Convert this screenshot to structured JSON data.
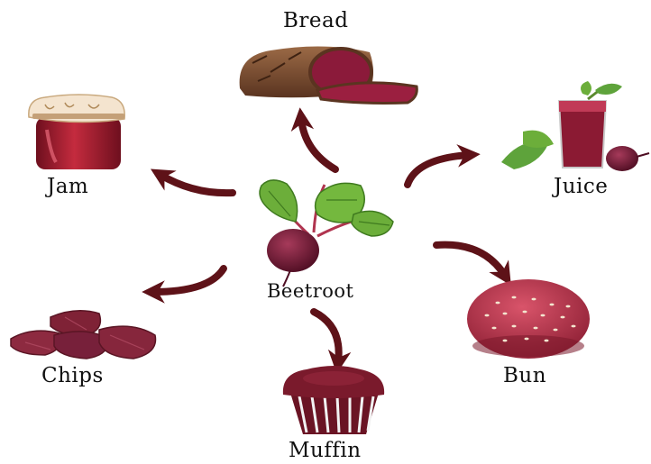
{
  "center": {
    "label": "Beetroot"
  },
  "products": [
    {
      "id": "bread",
      "label": "Bread"
    },
    {
      "id": "juice",
      "label": "Juice"
    },
    {
      "id": "bun",
      "label": "Bun"
    },
    {
      "id": "muffin",
      "label": "Muffin"
    },
    {
      "id": "chips",
      "label": "Chips"
    },
    {
      "id": "jam",
      "label": "Jam"
    }
  ],
  "colors": {
    "arrow": "#5e1218",
    "beet": "#7a1f3a",
    "leaf": "#6cae3a",
    "stem": "#b0344f",
    "bread_crust": "#7a4a2e",
    "jam": "#9e1c2c",
    "juice": "#8b1a33",
    "bun": "#b8324a",
    "muffin": "#6a1424",
    "chips": "#7f2236"
  },
  "icons": {
    "center": "beetroot-icon",
    "bread": "bread-icon",
    "juice": "juice-glass-icon",
    "bun": "bun-icon",
    "muffin": "muffin-icon",
    "chips": "chips-icon",
    "jam": "jam-jar-icon"
  }
}
